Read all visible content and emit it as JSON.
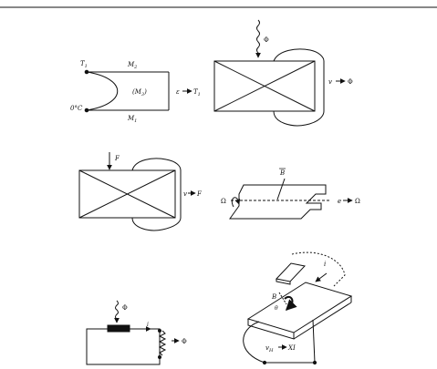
{
  "diagrams": {
    "thermocouple": {
      "t1": "T",
      "t1_sub": "1",
      "m2_top": "M",
      "m2_top_sub": "2",
      "m3_mid": "(M",
      "m3_mid_sub": "3",
      "m3_mid_end": ")",
      "zero_c": "0°C",
      "m1_bottom": "M",
      "m1_bottom_sub": "1",
      "output": "ε",
      "output_target": "T",
      "output_target_sub": "1"
    },
    "flux_sensor": {
      "phi_label": "Φ",
      "output": "v",
      "output_target": "Φ"
    },
    "force_sensor": {
      "force_label": "F",
      "output": "v",
      "output_target": "F"
    },
    "rotation_sensor": {
      "b_label": "B",
      "omega_label": "Ω",
      "output": "e",
      "output_target": "Ω"
    },
    "photo_resistor": {
      "phi_label": "Φ",
      "i_label": "i",
      "output_target": "Φ"
    },
    "hall_sensor": {
      "i_label": "i",
      "b_label": "B",
      "theta_label": "θ",
      "output": "v",
      "output_sub": "H",
      "output_target": "XI"
    }
  }
}
